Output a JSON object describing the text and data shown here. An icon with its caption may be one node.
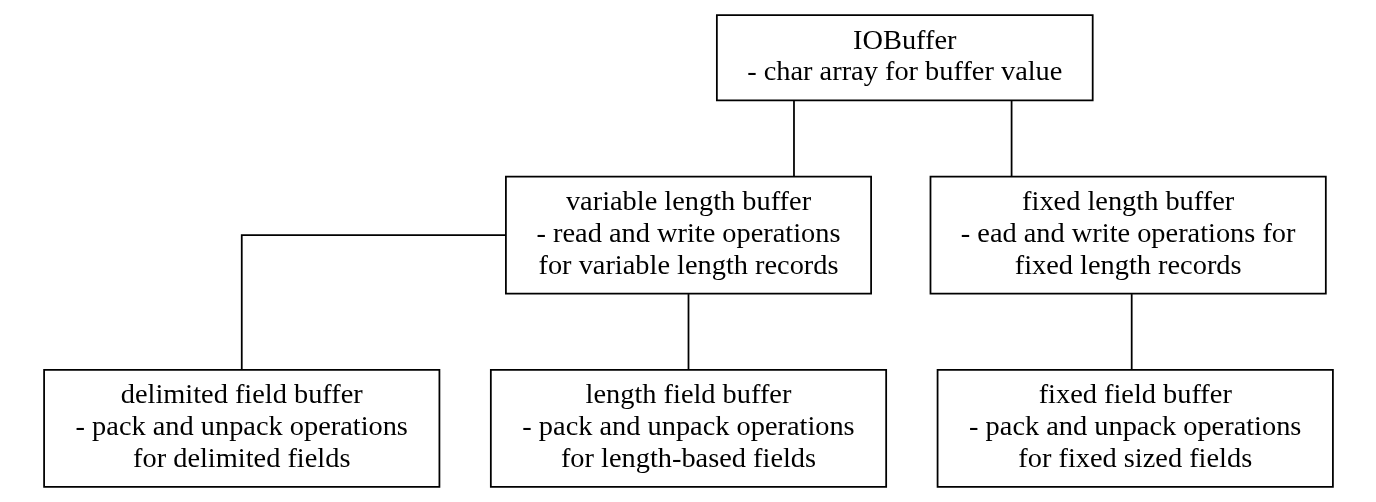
{
  "diagram": {
    "nodes": [
      {
        "text": [
          "IOBuffer",
          "- char array for buffer value"
        ]
      },
      {
        "text": [
          "variable length buffer",
          "- read and write operations for variable length records"
        ]
      },
      {
        "text": [
          "fixed length buffer",
          "- ead and write operations for fixed length records"
        ]
      },
      {
        "text": [
          "delimited field buffer",
          "- pack and unpack operations for delimited fields"
        ]
      },
      {
        "text": [
          "length field buffer",
          "- pack and unpack operations for length-based fields"
        ]
      },
      {
        "text": [
          "fixed field buffer",
          "- pack and unpack operations for fixed sized fields"
        ]
      }
    ],
    "edges": [
      {
        "from": 0,
        "to": 1,
        "arrow": "none"
      },
      {
        "from": 0,
        "to": 2,
        "arrow": "none"
      },
      {
        "from": 1,
        "to": 3,
        "arrow": "none"
      },
      {
        "from": 1,
        "to": 4,
        "arrow": "none"
      },
      {
        "from": 2,
        "to": 5,
        "arrow": "none"
      }
    ]
  }
}
